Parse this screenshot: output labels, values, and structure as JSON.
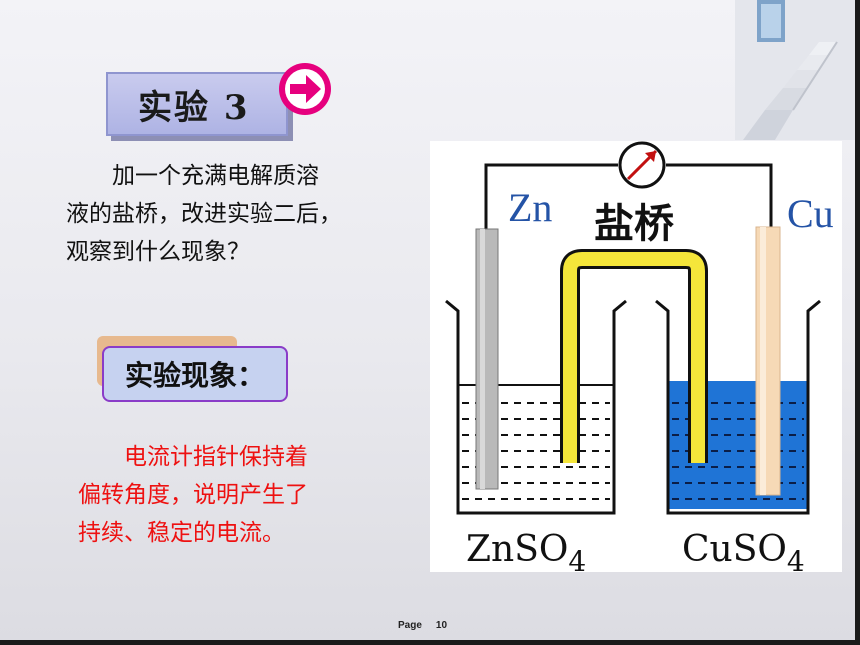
{
  "slide": {
    "title": "实验 3",
    "question_lines": [
      "　　加一个充满电解质溶",
      "液的盐桥，改进实验二后，",
      "观察到什么现象？"
    ],
    "observation_label": "实验现象：",
    "result_lines": [
      "　　电流计指针保持着",
      "偏转角度，说明产生了",
      "持续、稳定的电流。"
    ],
    "footer_label": "Page",
    "page_number": "10"
  },
  "diagram": {
    "label_zn": "Zn",
    "label_cu": "Cu",
    "label_bridge": "盐桥",
    "label_znso4": "ZnSO",
    "label_cuso4": "CuSO",
    "label_sub": "4"
  },
  "colors": {
    "title_box": "#aeb3e4",
    "result_text": "#ee1111",
    "salt_bridge": "#f5e63a",
    "cuso4_solution": "#1f74d6",
    "zinc_electrode": "#b9b9b9",
    "copper_electrode": "#f6d9b6"
  },
  "icons": [
    "arrow-right-icon",
    "galvanometer-icon",
    "staircase-decoration-icon"
  ]
}
